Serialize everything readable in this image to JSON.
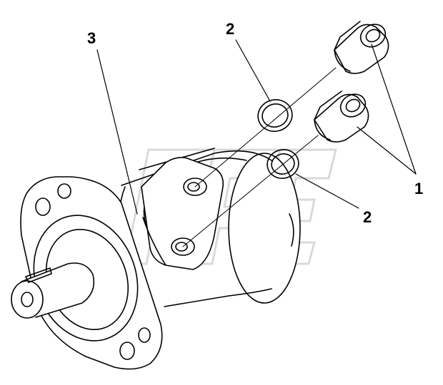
{
  "callouts": {
    "part_3": "3",
    "part_2_upper": "2",
    "part_1": "1",
    "part_2_lower": "2"
  },
  "colors": {
    "ink": "#000000",
    "paper": "#ffffff",
    "watermark": "#d9d9d9"
  }
}
